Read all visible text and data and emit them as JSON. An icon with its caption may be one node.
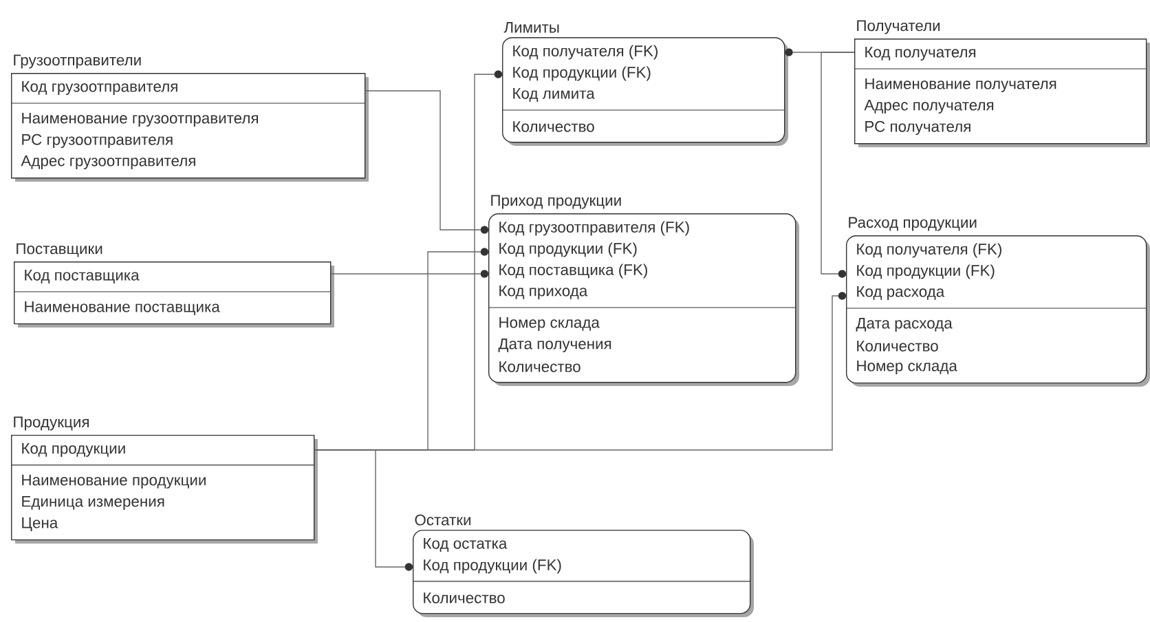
{
  "diagram": {
    "nodes": [
      {
        "text": [
          "Грузоотправители",
          "Код грузоотправителя",
          "Наименование грузоотправителя",
          "РС грузоотправителя",
          "Адрес грузоотправителя"
        ]
      },
      {
        "text": [
          "Поставщики",
          "Код поставщика",
          "Наименование поставщика"
        ]
      },
      {
        "text": [
          "Продукция",
          "Код продукции",
          "Наименование продукции",
          "Единица измерения",
          "Цена"
        ]
      },
      {
        "text": [
          "Лимиты",
          "Код получателя (FK)",
          "Код продукции (FK)",
          "Код лимита",
          "Количество"
        ]
      },
      {
        "text": [
          "Получатели",
          "Код получателя",
          "Наименование получателя",
          "Адрес получателя",
          "РС получателя"
        ]
      },
      {
        "text": [
          "Приход продукции",
          "Код грузоотправителя (FK)",
          "Код продукции (FK)",
          "Код поставщика (FK)",
          "Код прихода",
          "Номер склада",
          "Дата получения",
          "Количество"
        ]
      },
      {
        "text": [
          "Расход продукции",
          "Код получателя (FK)",
          "Код продукции (FK)",
          "Код расхода",
          "Дата расхода",
          "Количество",
          "Номер склада"
        ]
      },
      {
        "text": [
          "Остатки",
          "Код остатка",
          "Код продукции (FK)",
          "Количество"
        ]
      }
    ],
    "edges": [
      {
        "from": 0,
        "to": 5,
        "arrow": "other"
      },
      {
        "from": 1,
        "to": 5,
        "arrow": "other"
      },
      {
        "from": 2,
        "to": 5,
        "arrow": "other"
      },
      {
        "from": 2,
        "to": 3,
        "arrow": "other"
      },
      {
        "from": 2,
        "to": 6,
        "arrow": "other"
      },
      {
        "from": 2,
        "to": 7,
        "arrow": "other"
      },
      {
        "from": 4,
        "to": 3,
        "arrow": "other"
      },
      {
        "from": 4,
        "to": 6,
        "arrow": "other"
      }
    ]
  }
}
